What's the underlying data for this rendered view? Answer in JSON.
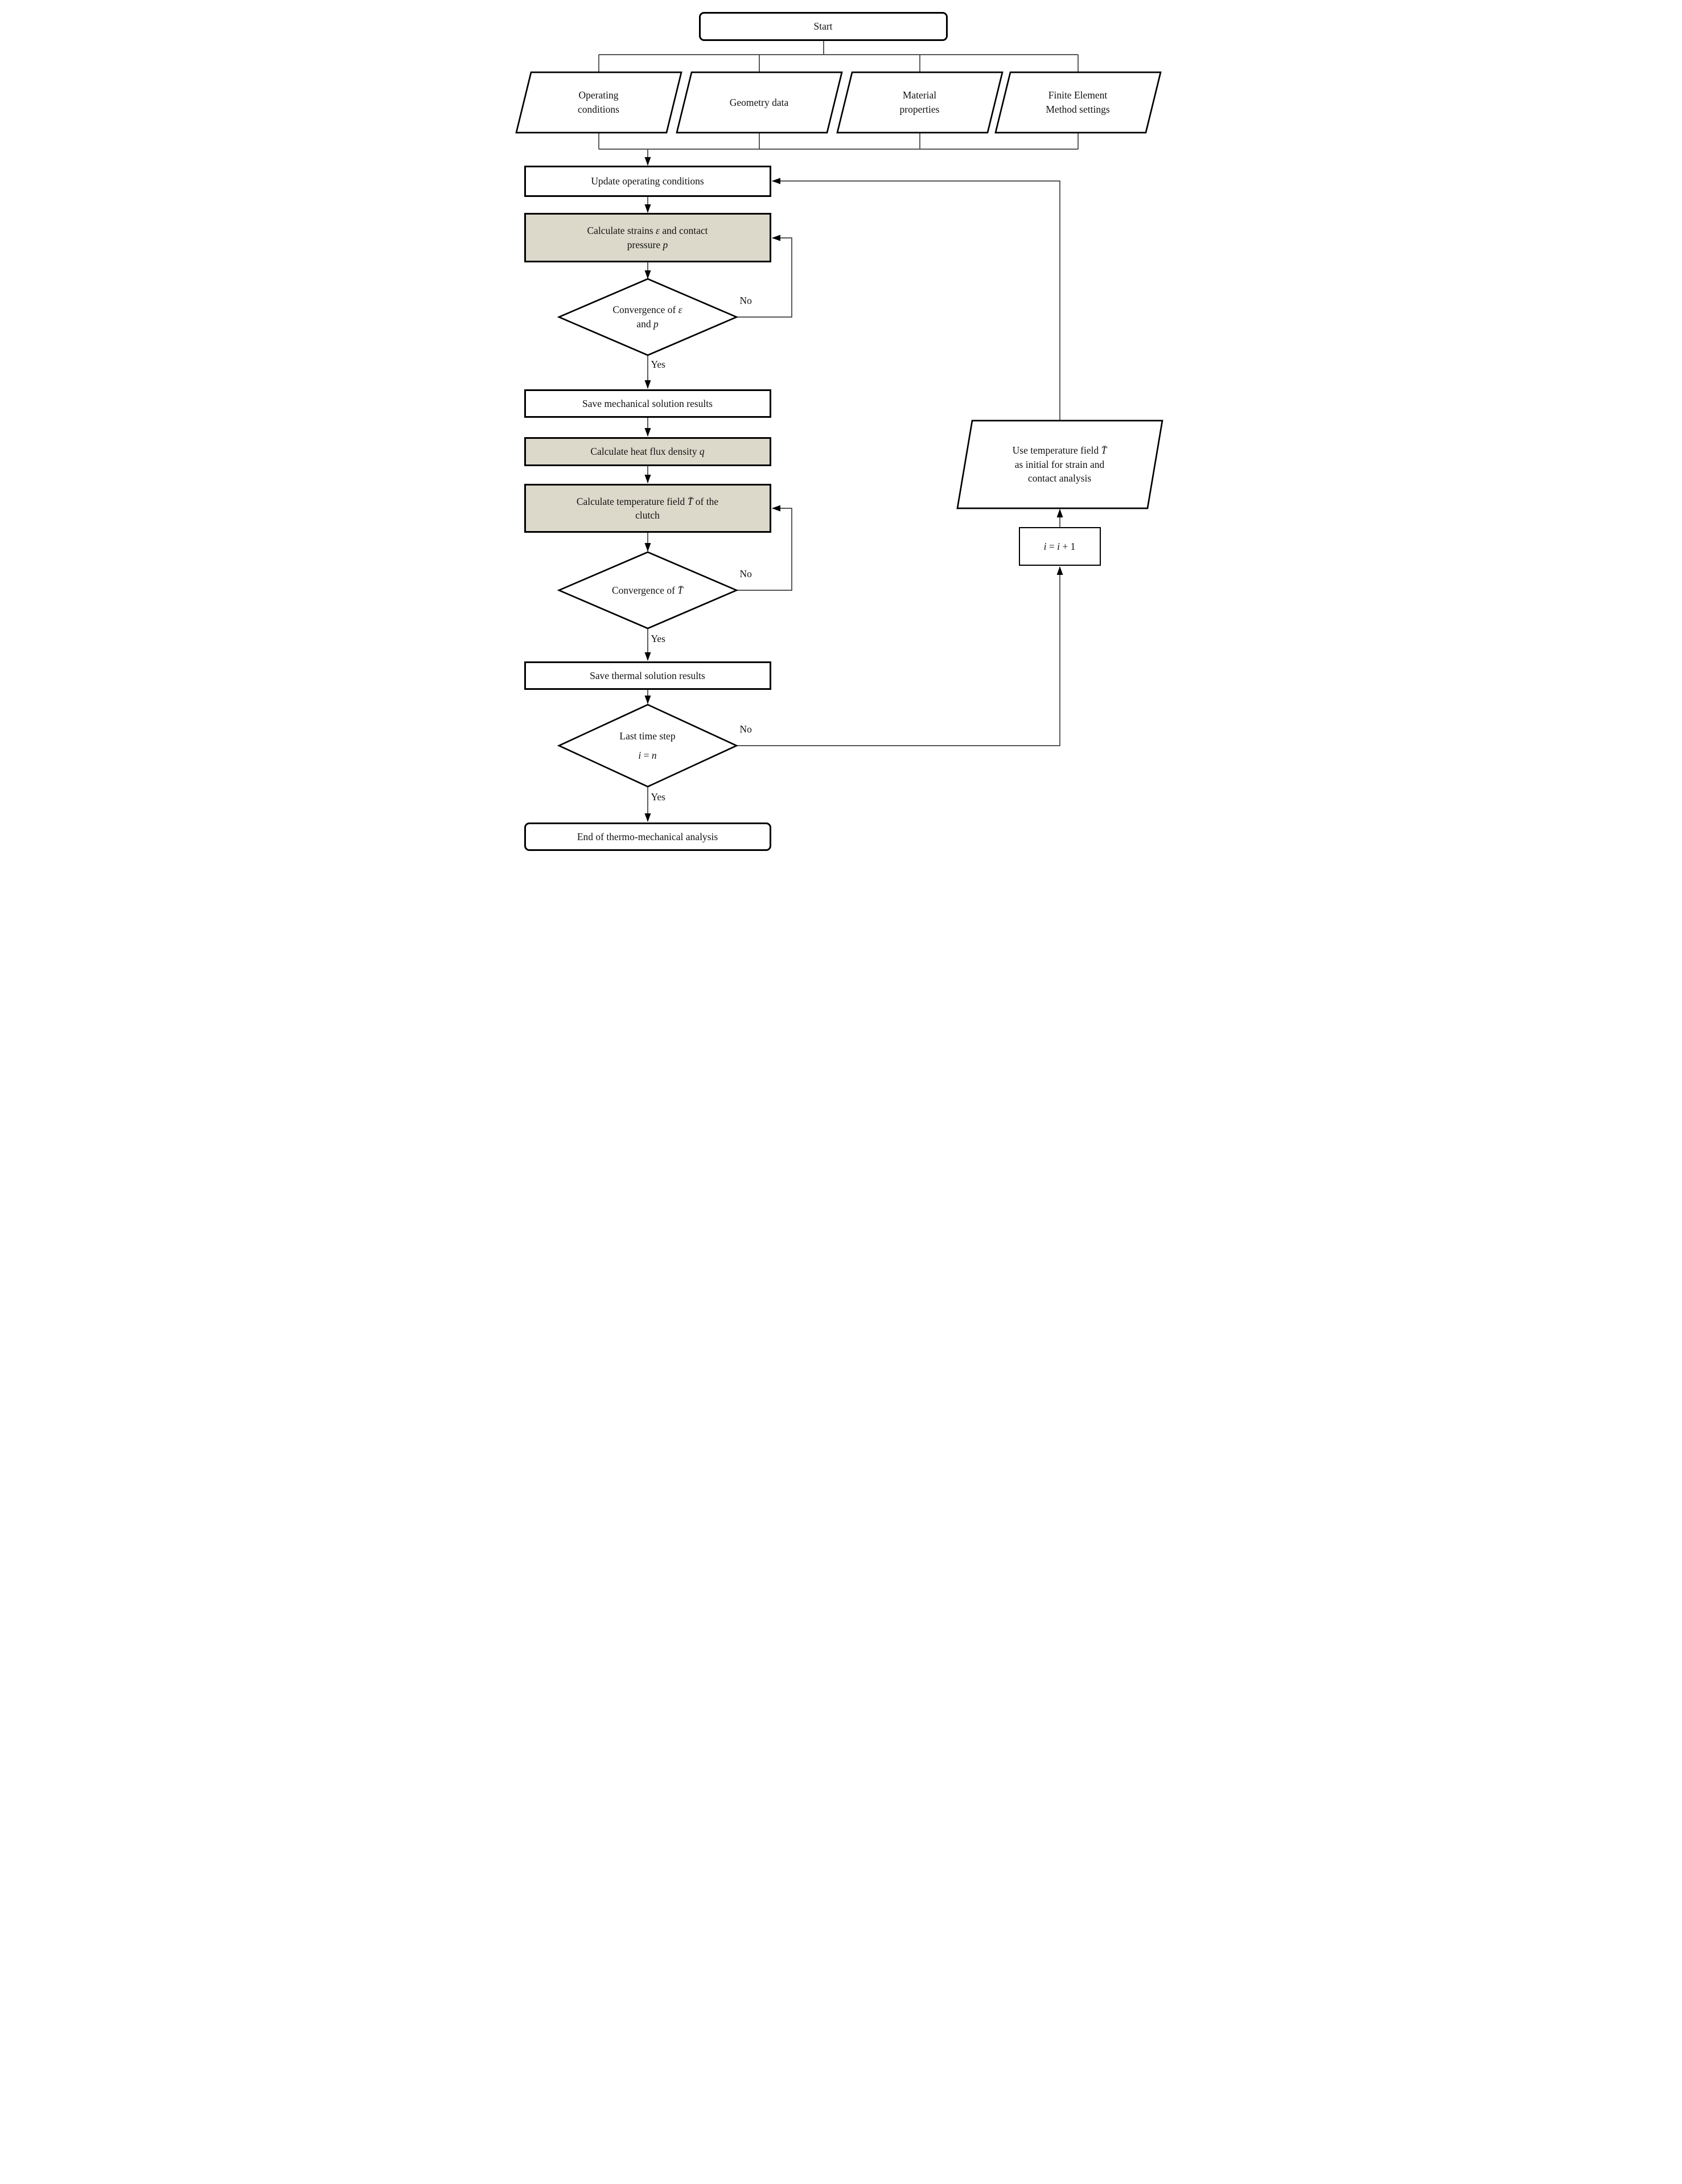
{
  "colors": {
    "background": "#ffffff",
    "shaded_fill": "#dcd9cb",
    "node_fill": "#ffffff",
    "border": "#000000",
    "line": "#3f3f3f"
  },
  "labels": {
    "yes": "Yes",
    "no": "No"
  },
  "nodes": {
    "start": "Start",
    "inputs": {
      "operating": "Operating conditions",
      "geometry": "Geometry data",
      "material": "Material properties",
      "fem": "Finite Element Method settings"
    },
    "update": "Update operating conditions",
    "calc_strains": {
      "l1a": "Calculate strains ",
      "l1b": "ε",
      "l1c": " and contact",
      "l2a": "pressure ",
      "l2b": "p"
    },
    "conv1": {
      "l1a": "Convergence of ",
      "l1b": "ε",
      "l2a": "and ",
      "l2b": "p"
    },
    "save_mech": "Save mechanical solution results",
    "heat_flux": {
      "a": "Calculate heat flux density ",
      "b": "q"
    },
    "temp_field": {
      "l1a": "Calculate temperature field ",
      "l1b": "T̄",
      "l1c": " of the",
      "l2": "clutch"
    },
    "conv2": {
      "a": "Convergence of ",
      "b": "T̄"
    },
    "save_thermal": "Save thermal solution results",
    "last_step": {
      "l1": "Last time step",
      "l2a": "i",
      "l2b": " = ",
      "l2c": "n"
    },
    "end": "End of thermo-mechanical analysis",
    "use_temp": {
      "l1a": "Use temperature field ",
      "l1b": "T̄",
      "l2": "as initial for strain and",
      "l3": "contact analysis"
    },
    "increment": {
      "a": "i",
      "b": " = ",
      "c": "i",
      "d": " + 1"
    }
  }
}
